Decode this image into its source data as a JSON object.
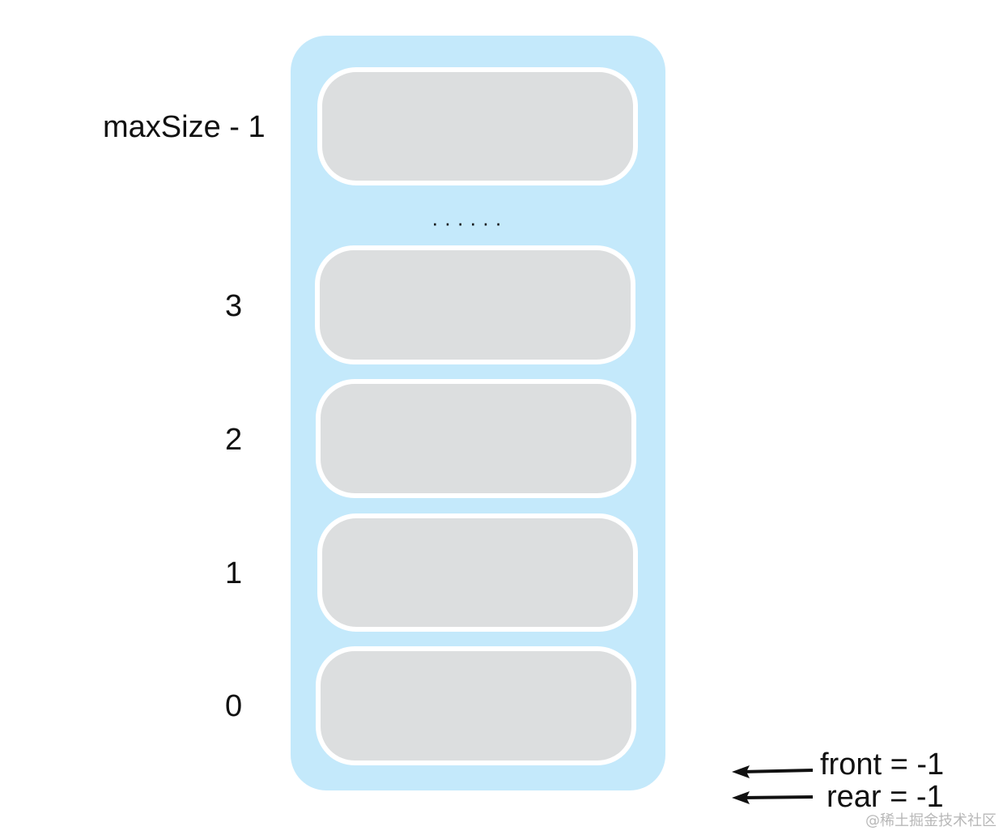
{
  "index_labels": {
    "top": "maxSize - 1",
    "i3": "3",
    "i2": "2",
    "i1": "1",
    "i0": "0"
  },
  "ellipsis": "······",
  "pointers": {
    "front": "front = -1",
    "rear": "rear = -1"
  },
  "watermark": "@稀土掘金技术社区",
  "colors": {
    "container": "#c4e9fb",
    "slot_fill": "#dcdedf",
    "slot_border": "#ffffff",
    "text": "#111111"
  }
}
